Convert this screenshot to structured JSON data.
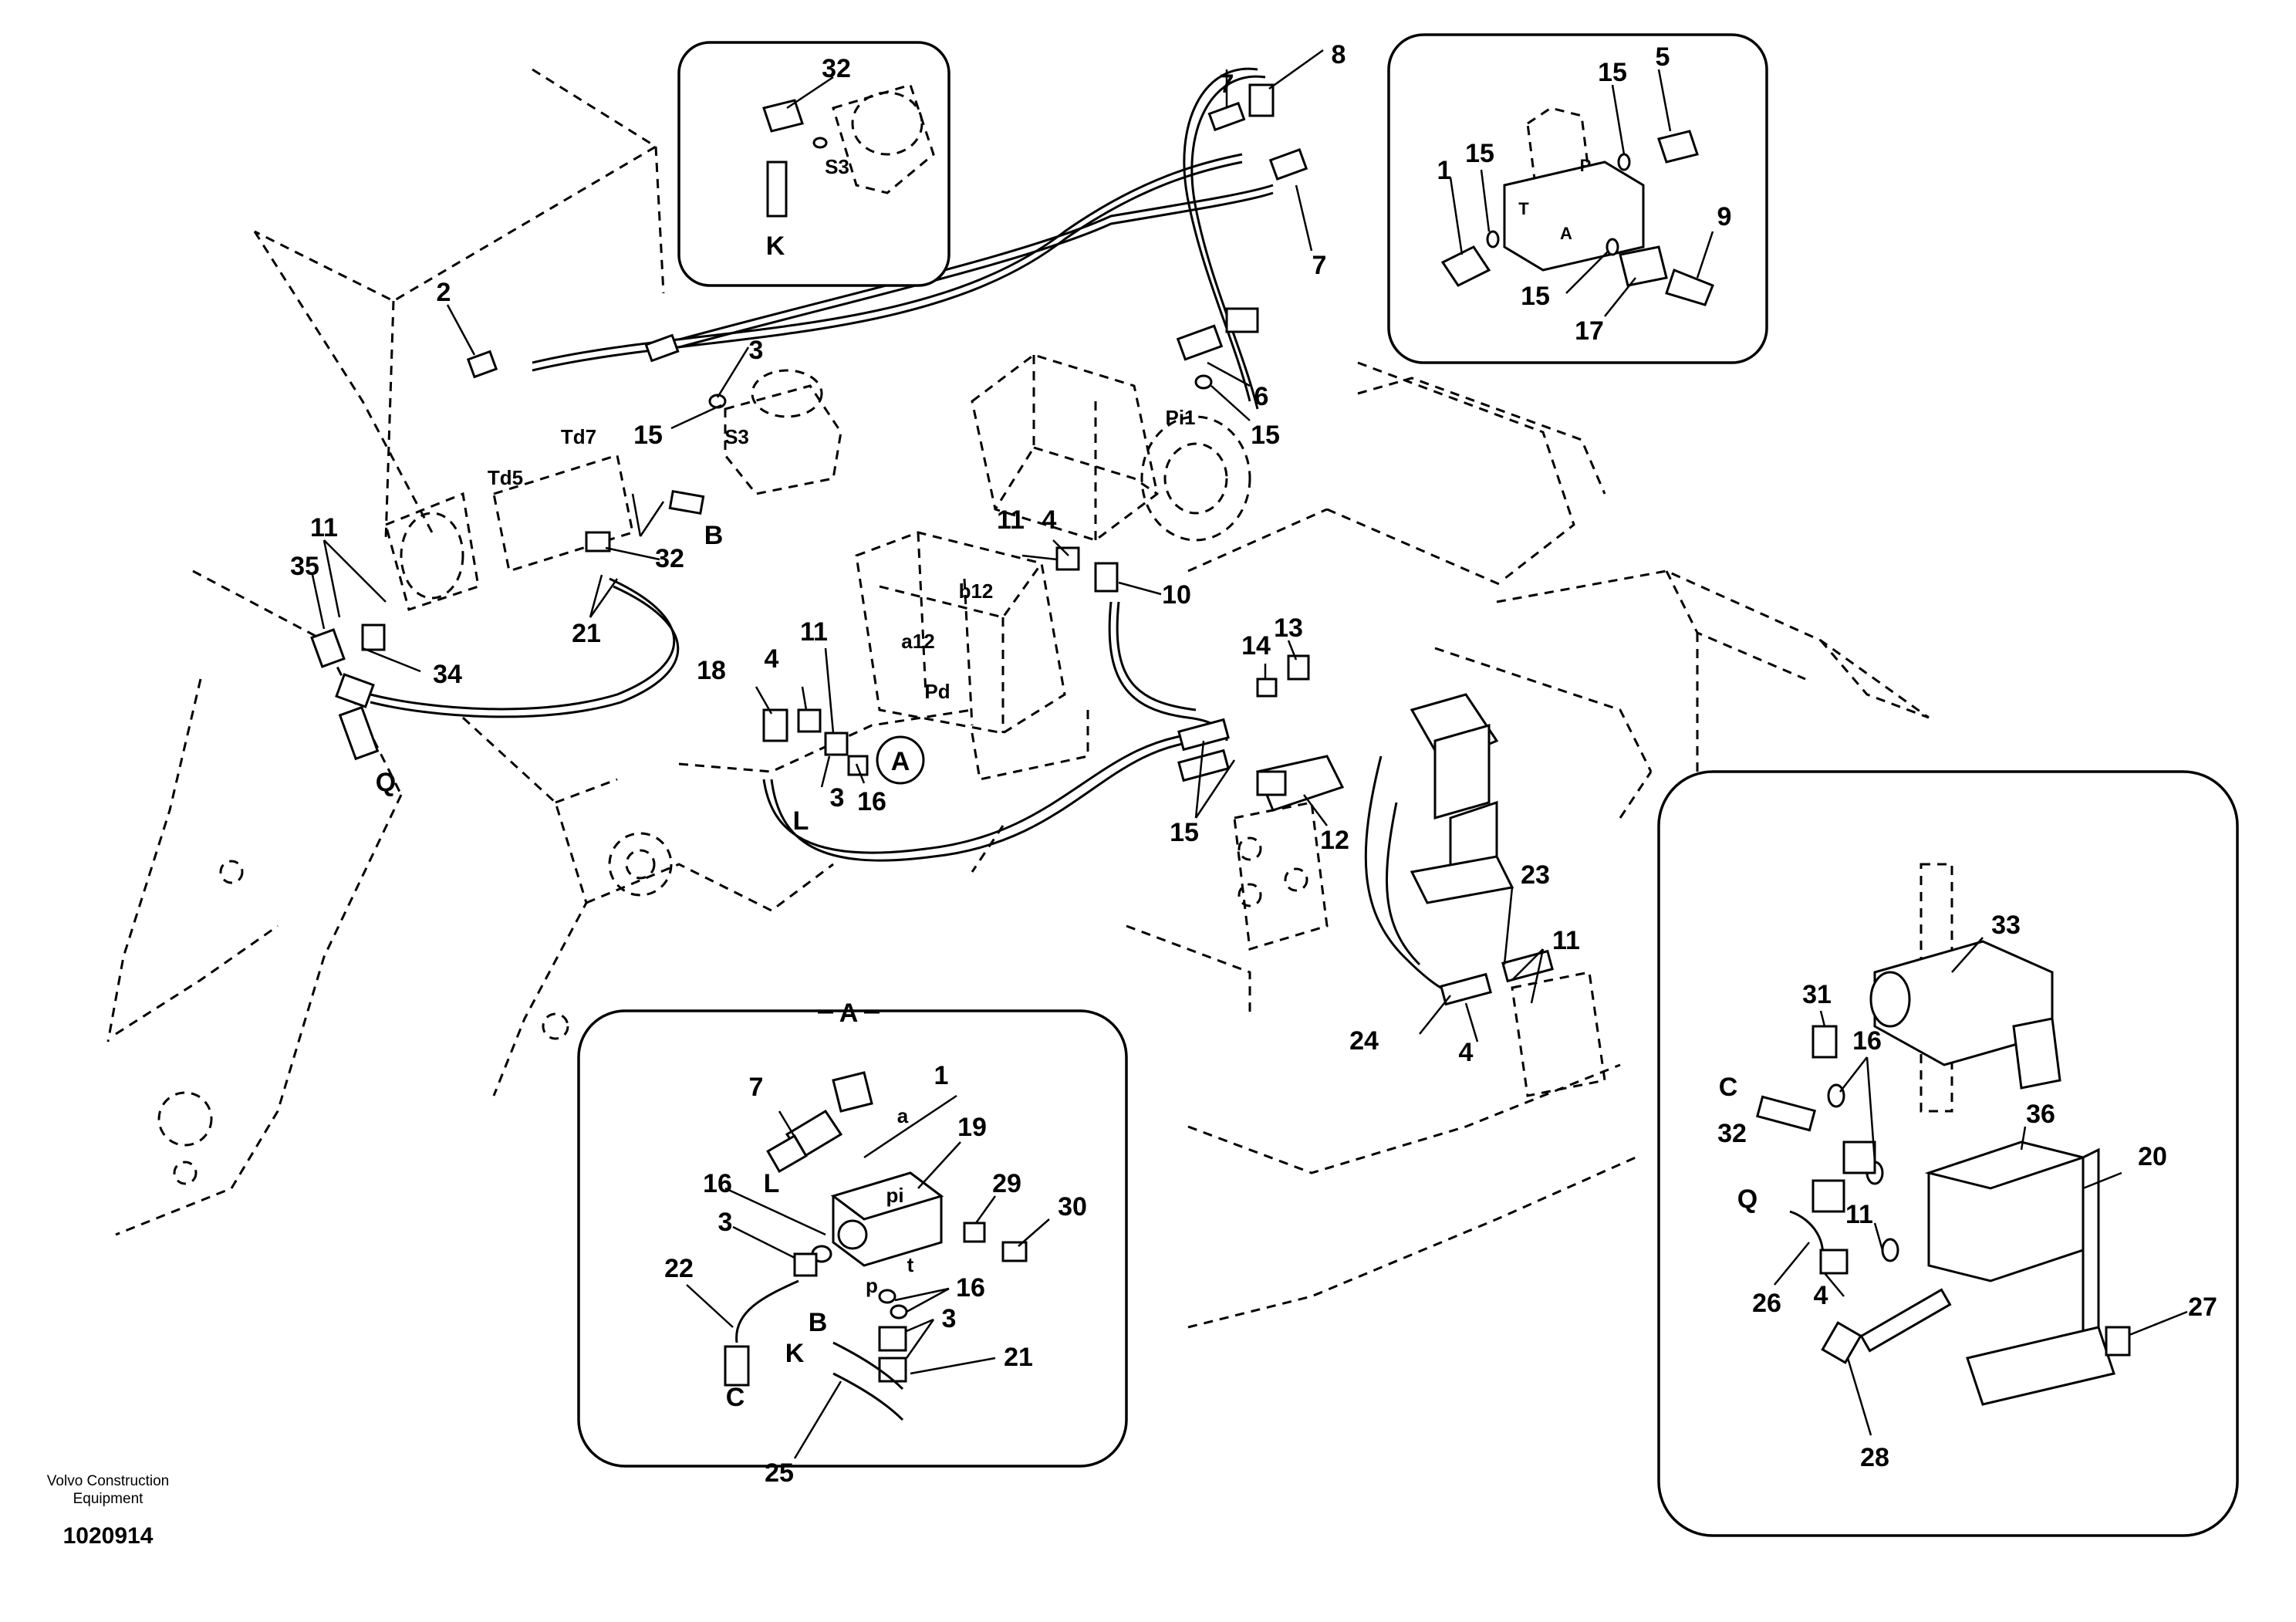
{
  "callouts": {
    "n1": "1",
    "n2": "2",
    "n3": "3",
    "n4": "4",
    "n5": "5",
    "n6": "6",
    "n7": "7",
    "n8": "8",
    "n9": "9",
    "n10": "10",
    "n11": "11",
    "n12": "12",
    "n13": "13",
    "n14": "14",
    "n15": "15",
    "n16": "16",
    "n17": "17",
    "n18": "18",
    "n19": "19",
    "n20": "20",
    "n21": "21",
    "n22": "22",
    "n23": "23",
    "n24": "24",
    "n25": "25",
    "n26": "26",
    "n27": "27",
    "n28": "28",
    "n29": "29",
    "n30": "30",
    "n31": "31",
    "n32": "32",
    "n33": "33",
    "n34": "34",
    "n35": "35",
    "n36": "36"
  },
  "ports": {
    "K": "K",
    "B": "B",
    "Q": "Q",
    "L": "L",
    "C": "C",
    "A": "A",
    "S3": "S3",
    "Td7": "Td7",
    "Td5": "Td5",
    "Pi1": "Pi1",
    "a12": "a12",
    "b12": "b12",
    "Pd": "Pd",
    "P": "P",
    "T": "T",
    "pi": "pi",
    "a": "a",
    "t": "t",
    "p": "p"
  },
  "detail_a_title": "A",
  "footer": {
    "brand_line1": "Volvo Construction",
    "brand_line2": "Equipment",
    "doc_number": "1020914"
  }
}
